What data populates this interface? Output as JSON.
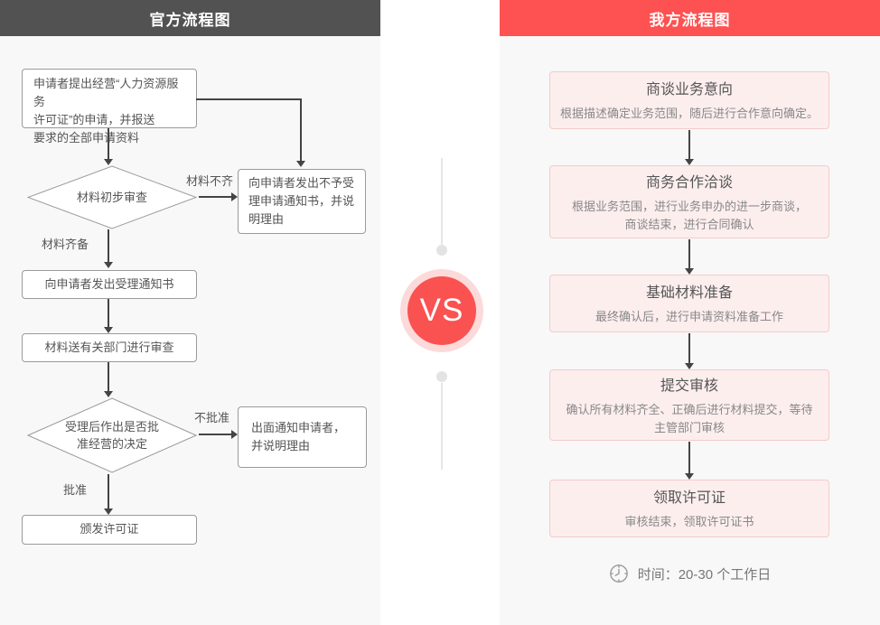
{
  "left_panel": {
    "title": "官方流程图",
    "nodes": {
      "apply": "申请者提出经营“人力资源服务\n许可证”的申请，并报送\n要求的全部申请资料",
      "initial_review": "材料初步审查",
      "reject_notice": "向申请者发出不予受\n理申请通知书，并说\n明理由",
      "accept_notice": "向申请者发出受理通知书",
      "dept_review": "材料送有关部门进行审查",
      "approval_decision": "受理后作出是否批\n准经营的决定",
      "refuse_notice": "出面通知申请者，\n并说明理由",
      "issue_license": "颁发许可证"
    },
    "edge_labels": {
      "materials_incomplete": "材料不齐",
      "materials_complete": "材料齐备",
      "not_approved": "不批准",
      "approved": "批准"
    }
  },
  "divider": {
    "vs_label": "VS"
  },
  "right_panel": {
    "title": "我方流程图",
    "steps": [
      {
        "title": "商谈业务意向",
        "desc": "根据描述确定业务范围，随后进行合作意向确定。"
      },
      {
        "title": "商务合作洽谈",
        "desc": "根据业务范围，进行业务申办的进一步商谈，\n商谈结束，进行合同确认"
      },
      {
        "title": "基础材料准备",
        "desc": "最终确认后，进行申请资料准备工作"
      },
      {
        "title": "提交审核",
        "desc": "确认所有材料齐全、正确后进行材料提交，等待\n主管部门审核"
      },
      {
        "title": "领取许可证",
        "desc": "审核结束，领取许可证书"
      }
    ],
    "time_note": "时间：20-30 个工作日"
  },
  "icons": {
    "clock": "clock-icon"
  },
  "colors": {
    "left_header_bg": "#525252",
    "right_header_bg": "#fd5251",
    "panel_bg": "#f8f8f8",
    "vs_red": "#fa5251",
    "vs_halo": "#fcdada",
    "pink_box_bg": "#fdeeee",
    "pink_box_border": "#f6caca",
    "white_box_border": "#9a9a9a",
    "arrow_color": "#444444",
    "divider_gray": "#e6e6e6"
  }
}
